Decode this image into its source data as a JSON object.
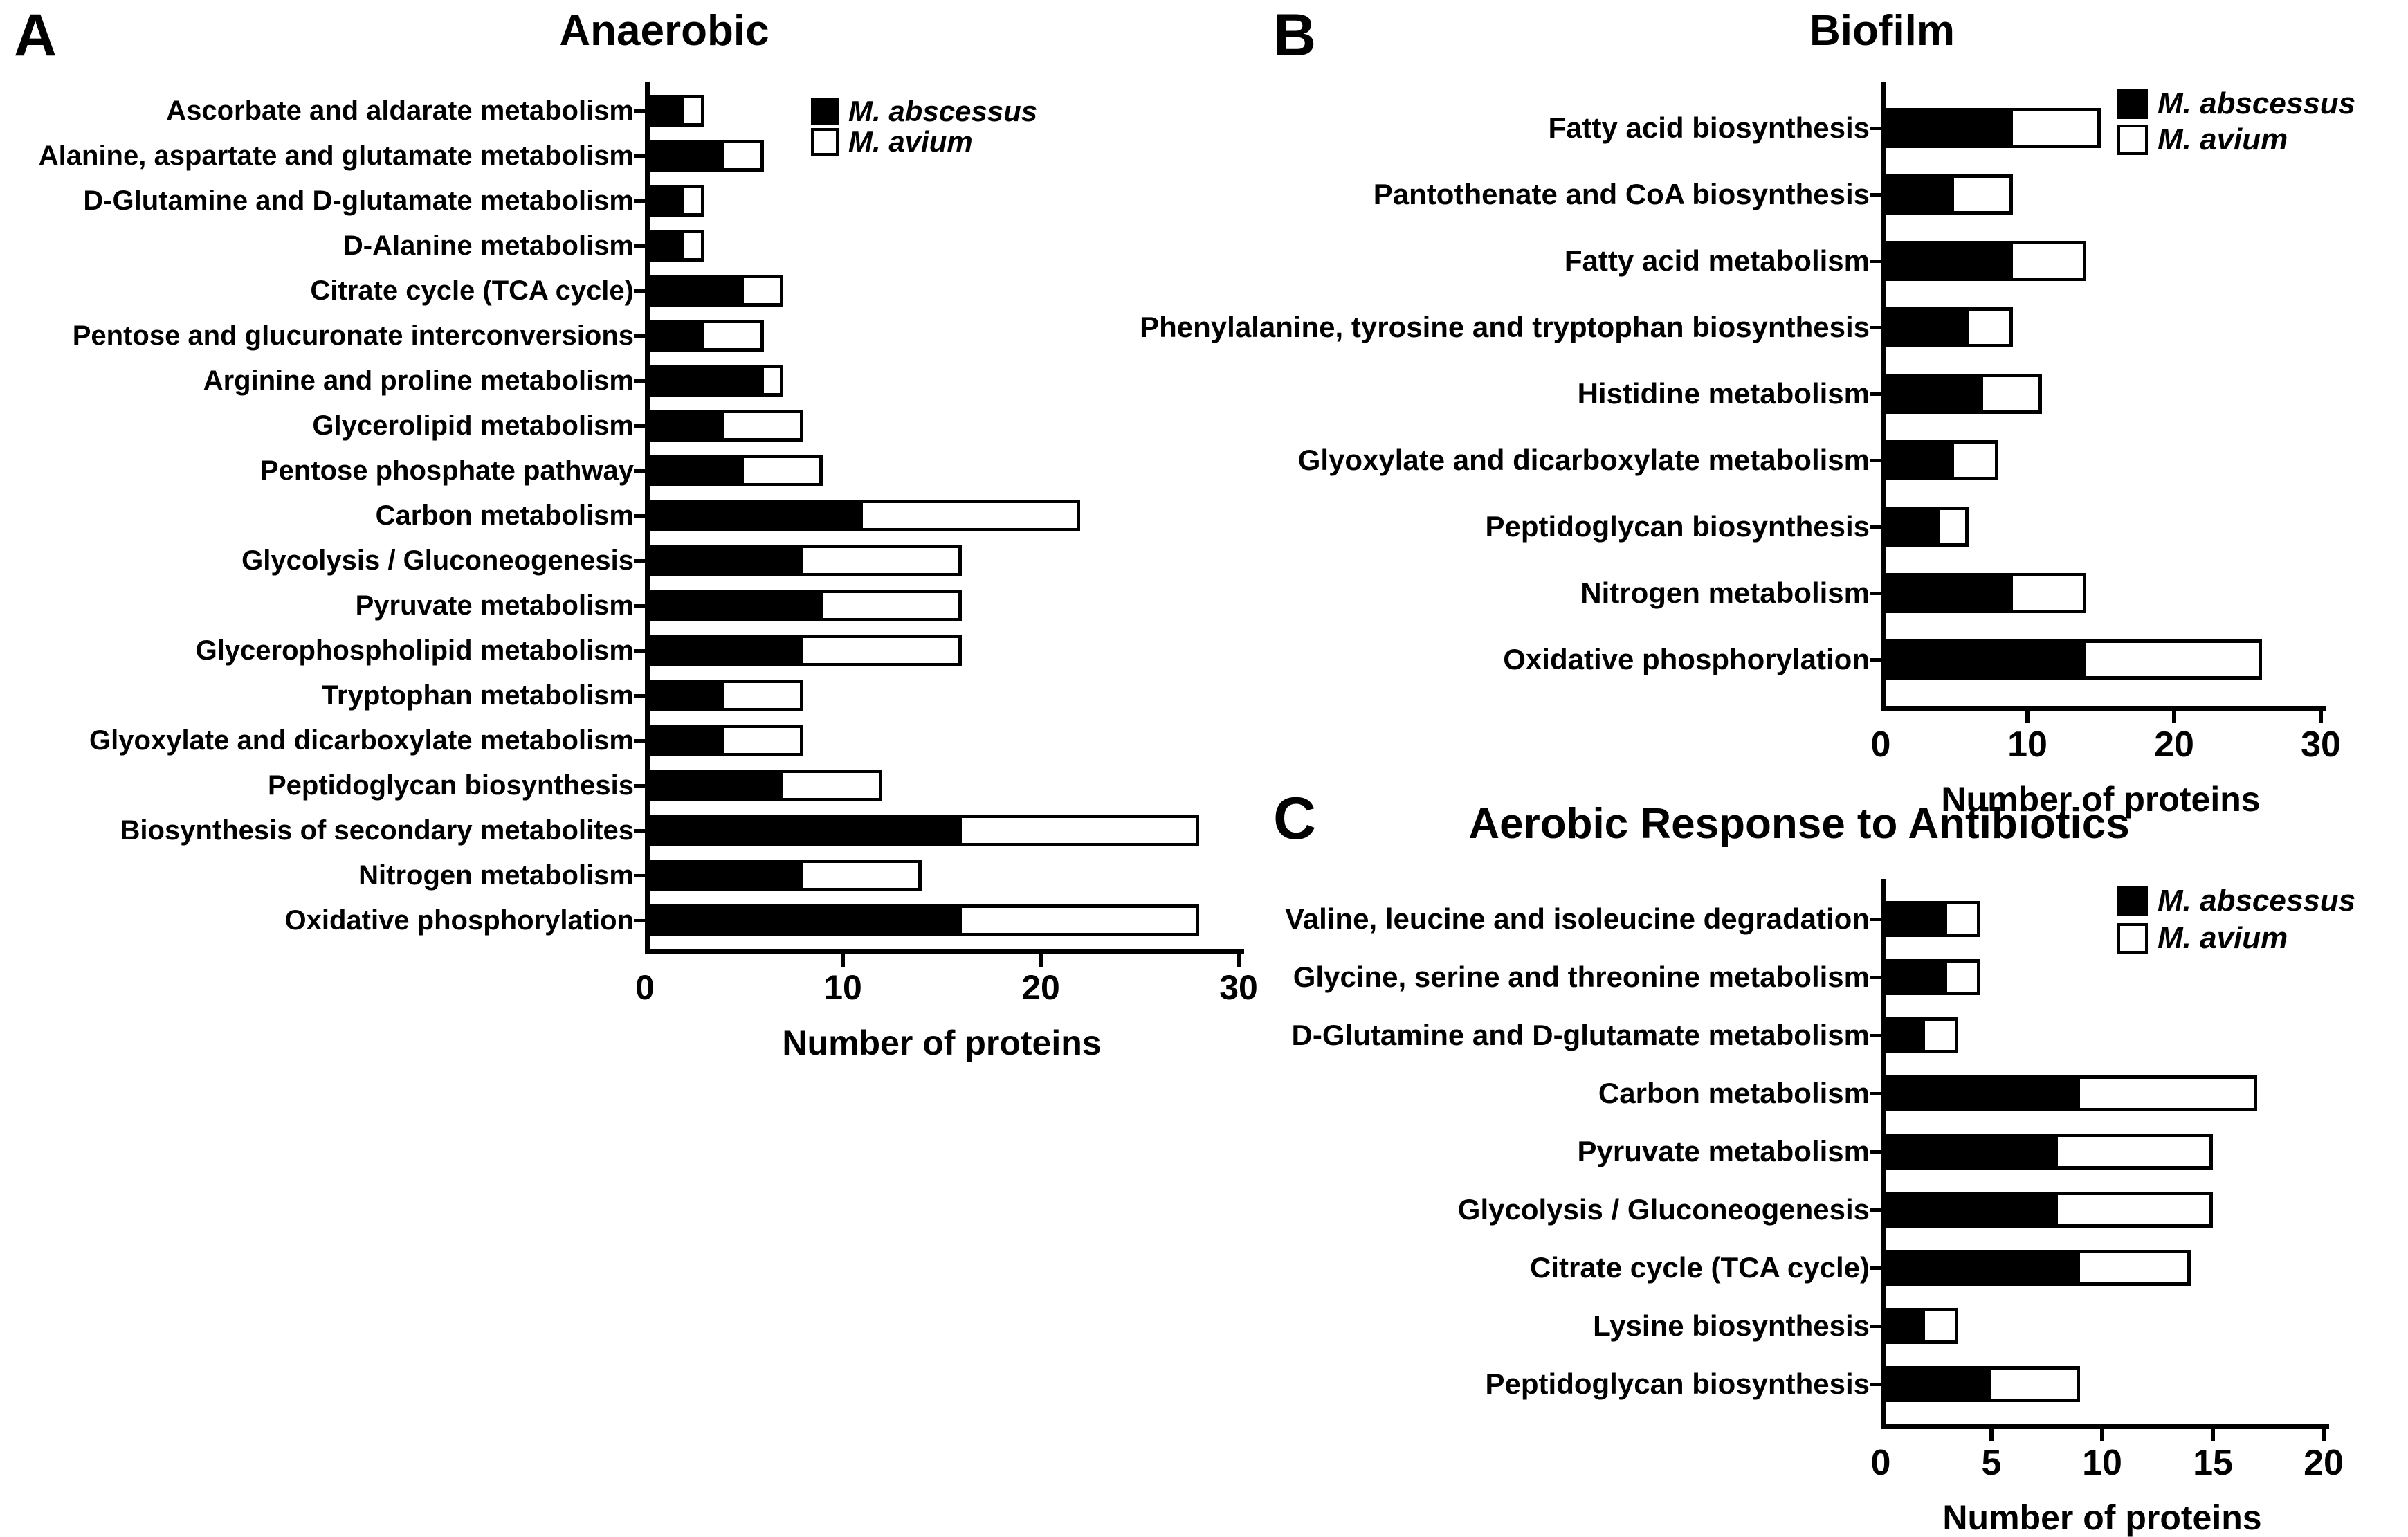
{
  "figure": {
    "axis_title": "Number of  proteins",
    "legend": {
      "abscessus": "M. abscessus",
      "avium": "M. avium"
    },
    "colors": {
      "abscessus": "#000000",
      "avium": "#ffffff",
      "axis": "#000000"
    }
  },
  "panels": [
    {
      "letter": "A",
      "title": "Anaerobic"
    },
    {
      "letter": "B",
      "title": "Biofilm"
    },
    {
      "letter": "C",
      "title": "Aerobic Response to Antibiotics"
    }
  ],
  "chart_data": [
    {
      "type": "bar",
      "panel": "A",
      "title": "Anaerobic",
      "orientation": "horizontal",
      "stacked": true,
      "xlabel": "Number of  proteins",
      "ylabel": "",
      "xlim": [
        0,
        30
      ],
      "xticks": [
        0,
        10,
        20,
        30
      ],
      "grid": false,
      "legend_position": "top-right",
      "series": [
        {
          "name": "M. abscessus",
          "color": "#000000",
          "values": [
            2,
            4,
            2,
            2,
            5,
            3,
            6,
            4,
            5,
            11,
            8,
            9,
            8,
            4,
            4,
            7,
            16,
            8,
            16
          ]
        },
        {
          "name": "M. avium",
          "color": "#ffffff",
          "values": [
            1,
            2,
            1,
            1,
            2,
            3,
            1,
            4,
            4,
            11,
            8,
            7,
            8,
            4,
            4,
            5,
            12,
            6,
            12
          ]
        }
      ],
      "totals": [
        3,
        6,
        3,
        3,
        7,
        6,
        7,
        8,
        9,
        22,
        16,
        16,
        16,
        8,
        8,
        12,
        28,
        14,
        28
      ],
      "categories": [
        "Ascorbate and aldarate metabolism",
        "Alanine, aspartate and glutamate metabolism",
        "D-Glutamine and D-glutamate metabolism",
        "D-Alanine metabolism",
        "Citrate cycle (TCA cycle)",
        "Pentose and glucuronate interconversions",
        "Arginine and proline metabolism",
        "Glycerolipid metabolism",
        "Pentose phosphate pathway",
        "Carbon metabolism",
        "Glycolysis / Gluconeogenesis",
        "Pyruvate metabolism",
        "Glycerophospholipid metabolism",
        "Tryptophan metabolism",
        "Glyoxylate and dicarboxylate metabolism",
        "Peptidoglycan biosynthesis",
        "Biosynthesis of secondary metabolites",
        "Nitrogen metabolism",
        "Oxidative phosphorylation"
      ]
    },
    {
      "type": "bar",
      "panel": "B",
      "title": "Biofilm",
      "orientation": "horizontal",
      "stacked": true,
      "xlabel": "Number of  proteins",
      "ylabel": "",
      "xlim": [
        0,
        30
      ],
      "xticks": [
        0,
        10,
        20,
        30
      ],
      "grid": false,
      "legend_position": "top-right",
      "series": [
        {
          "name": "M. abscessus",
          "color": "#000000",
          "values": [
            9,
            5,
            9,
            6,
            7,
            5,
            4,
            9,
            14
          ]
        },
        {
          "name": "M. avium",
          "color": "#ffffff",
          "values": [
            6,
            4,
            5,
            3,
            4,
            3,
            2,
            5,
            12
          ]
        }
      ],
      "totals": [
        15,
        9,
        14,
        9,
        11,
        8,
        6,
        14,
        26
      ],
      "categories": [
        "Fatty acid biosynthesis",
        "Pantothenate and CoA biosynthesis",
        "Fatty acid metabolism",
        "Phenylalanine, tyrosine and tryptophan biosynthesis",
        "Histidine metabolism",
        "Glyoxylate and dicarboxylate metabolism",
        "Peptidoglycan biosynthesis",
        "Nitrogen metabolism",
        "Oxidative phosphorylation"
      ]
    },
    {
      "type": "bar",
      "panel": "C",
      "title": "Aerobic Response to Antibiotics",
      "orientation": "horizontal",
      "stacked": true,
      "xlabel": "Number of  proteins",
      "ylabel": "",
      "xlim": [
        0,
        20
      ],
      "xticks": [
        0,
        5,
        10,
        15,
        20
      ],
      "grid": false,
      "legend_position": "top-right",
      "series": [
        {
          "name": "M. abscessus",
          "color": "#000000",
          "values": [
            3,
            3,
            2,
            9,
            8,
            8,
            9,
            2,
            5
          ]
        },
        {
          "name": "M. avium",
          "color": "#ffffff",
          "values": [
            1.5,
            1.5,
            1.5,
            8,
            7,
            7,
            5,
            1.5,
            4
          ]
        }
      ],
      "totals": [
        4.5,
        4.5,
        3.5,
        17,
        15,
        15,
        14,
        3.5,
        9
      ],
      "categories": [
        "Valine, leucine and isoleucine degradation",
        "Glycine, serine and threonine metabolism",
        "D-Glutamine and D-glutamate metabolism",
        "Carbon metabolism",
        "Pyruvate metabolism",
        "Glycolysis / Gluconeogenesis",
        "Citrate cycle (TCA cycle)",
        "Lysine biosynthesis",
        "Peptidoglycan biosynthesis"
      ]
    }
  ]
}
